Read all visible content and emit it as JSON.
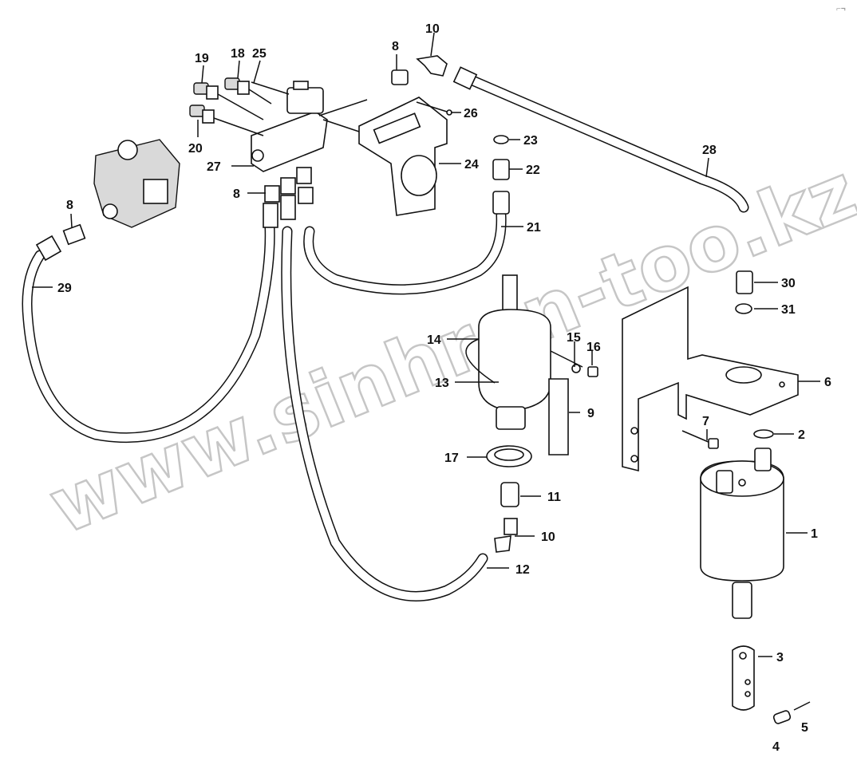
{
  "diagram": {
    "watermark": "www.sinhron-too.kz",
    "corner_mark": "⌐¬",
    "callouts": [
      {
        "id": "c1",
        "text": "1"
      },
      {
        "id": "c2",
        "text": "2"
      },
      {
        "id": "c3",
        "text": "3"
      },
      {
        "id": "c4",
        "text": "4"
      },
      {
        "id": "c5",
        "text": "5"
      },
      {
        "id": "c6",
        "text": "6"
      },
      {
        "id": "c7",
        "text": "7"
      },
      {
        "id": "c8a",
        "text": "8"
      },
      {
        "id": "c8b",
        "text": "8"
      },
      {
        "id": "c8c",
        "text": "8"
      },
      {
        "id": "c9",
        "text": "9"
      },
      {
        "id": "c10a",
        "text": "10"
      },
      {
        "id": "c10b",
        "text": "10"
      },
      {
        "id": "c11",
        "text": "11"
      },
      {
        "id": "c12",
        "text": "12"
      },
      {
        "id": "c13",
        "text": "13"
      },
      {
        "id": "c14",
        "text": "14"
      },
      {
        "id": "c15",
        "text": "15"
      },
      {
        "id": "c16",
        "text": "16"
      },
      {
        "id": "c17",
        "text": "17"
      },
      {
        "id": "c18",
        "text": "18"
      },
      {
        "id": "c19",
        "text": "19"
      },
      {
        "id": "c20",
        "text": "20"
      },
      {
        "id": "c21",
        "text": "21"
      },
      {
        "id": "c22",
        "text": "22"
      },
      {
        "id": "c23",
        "text": "23"
      },
      {
        "id": "c24",
        "text": "24"
      },
      {
        "id": "c25",
        "text": "25"
      },
      {
        "id": "c26",
        "text": "26"
      },
      {
        "id": "c27",
        "text": "27"
      },
      {
        "id": "c28",
        "text": "28"
      },
      {
        "id": "c29",
        "text": "29"
      },
      {
        "id": "c30",
        "text": "30"
      },
      {
        "id": "c31",
        "text": "31"
      }
    ]
  }
}
